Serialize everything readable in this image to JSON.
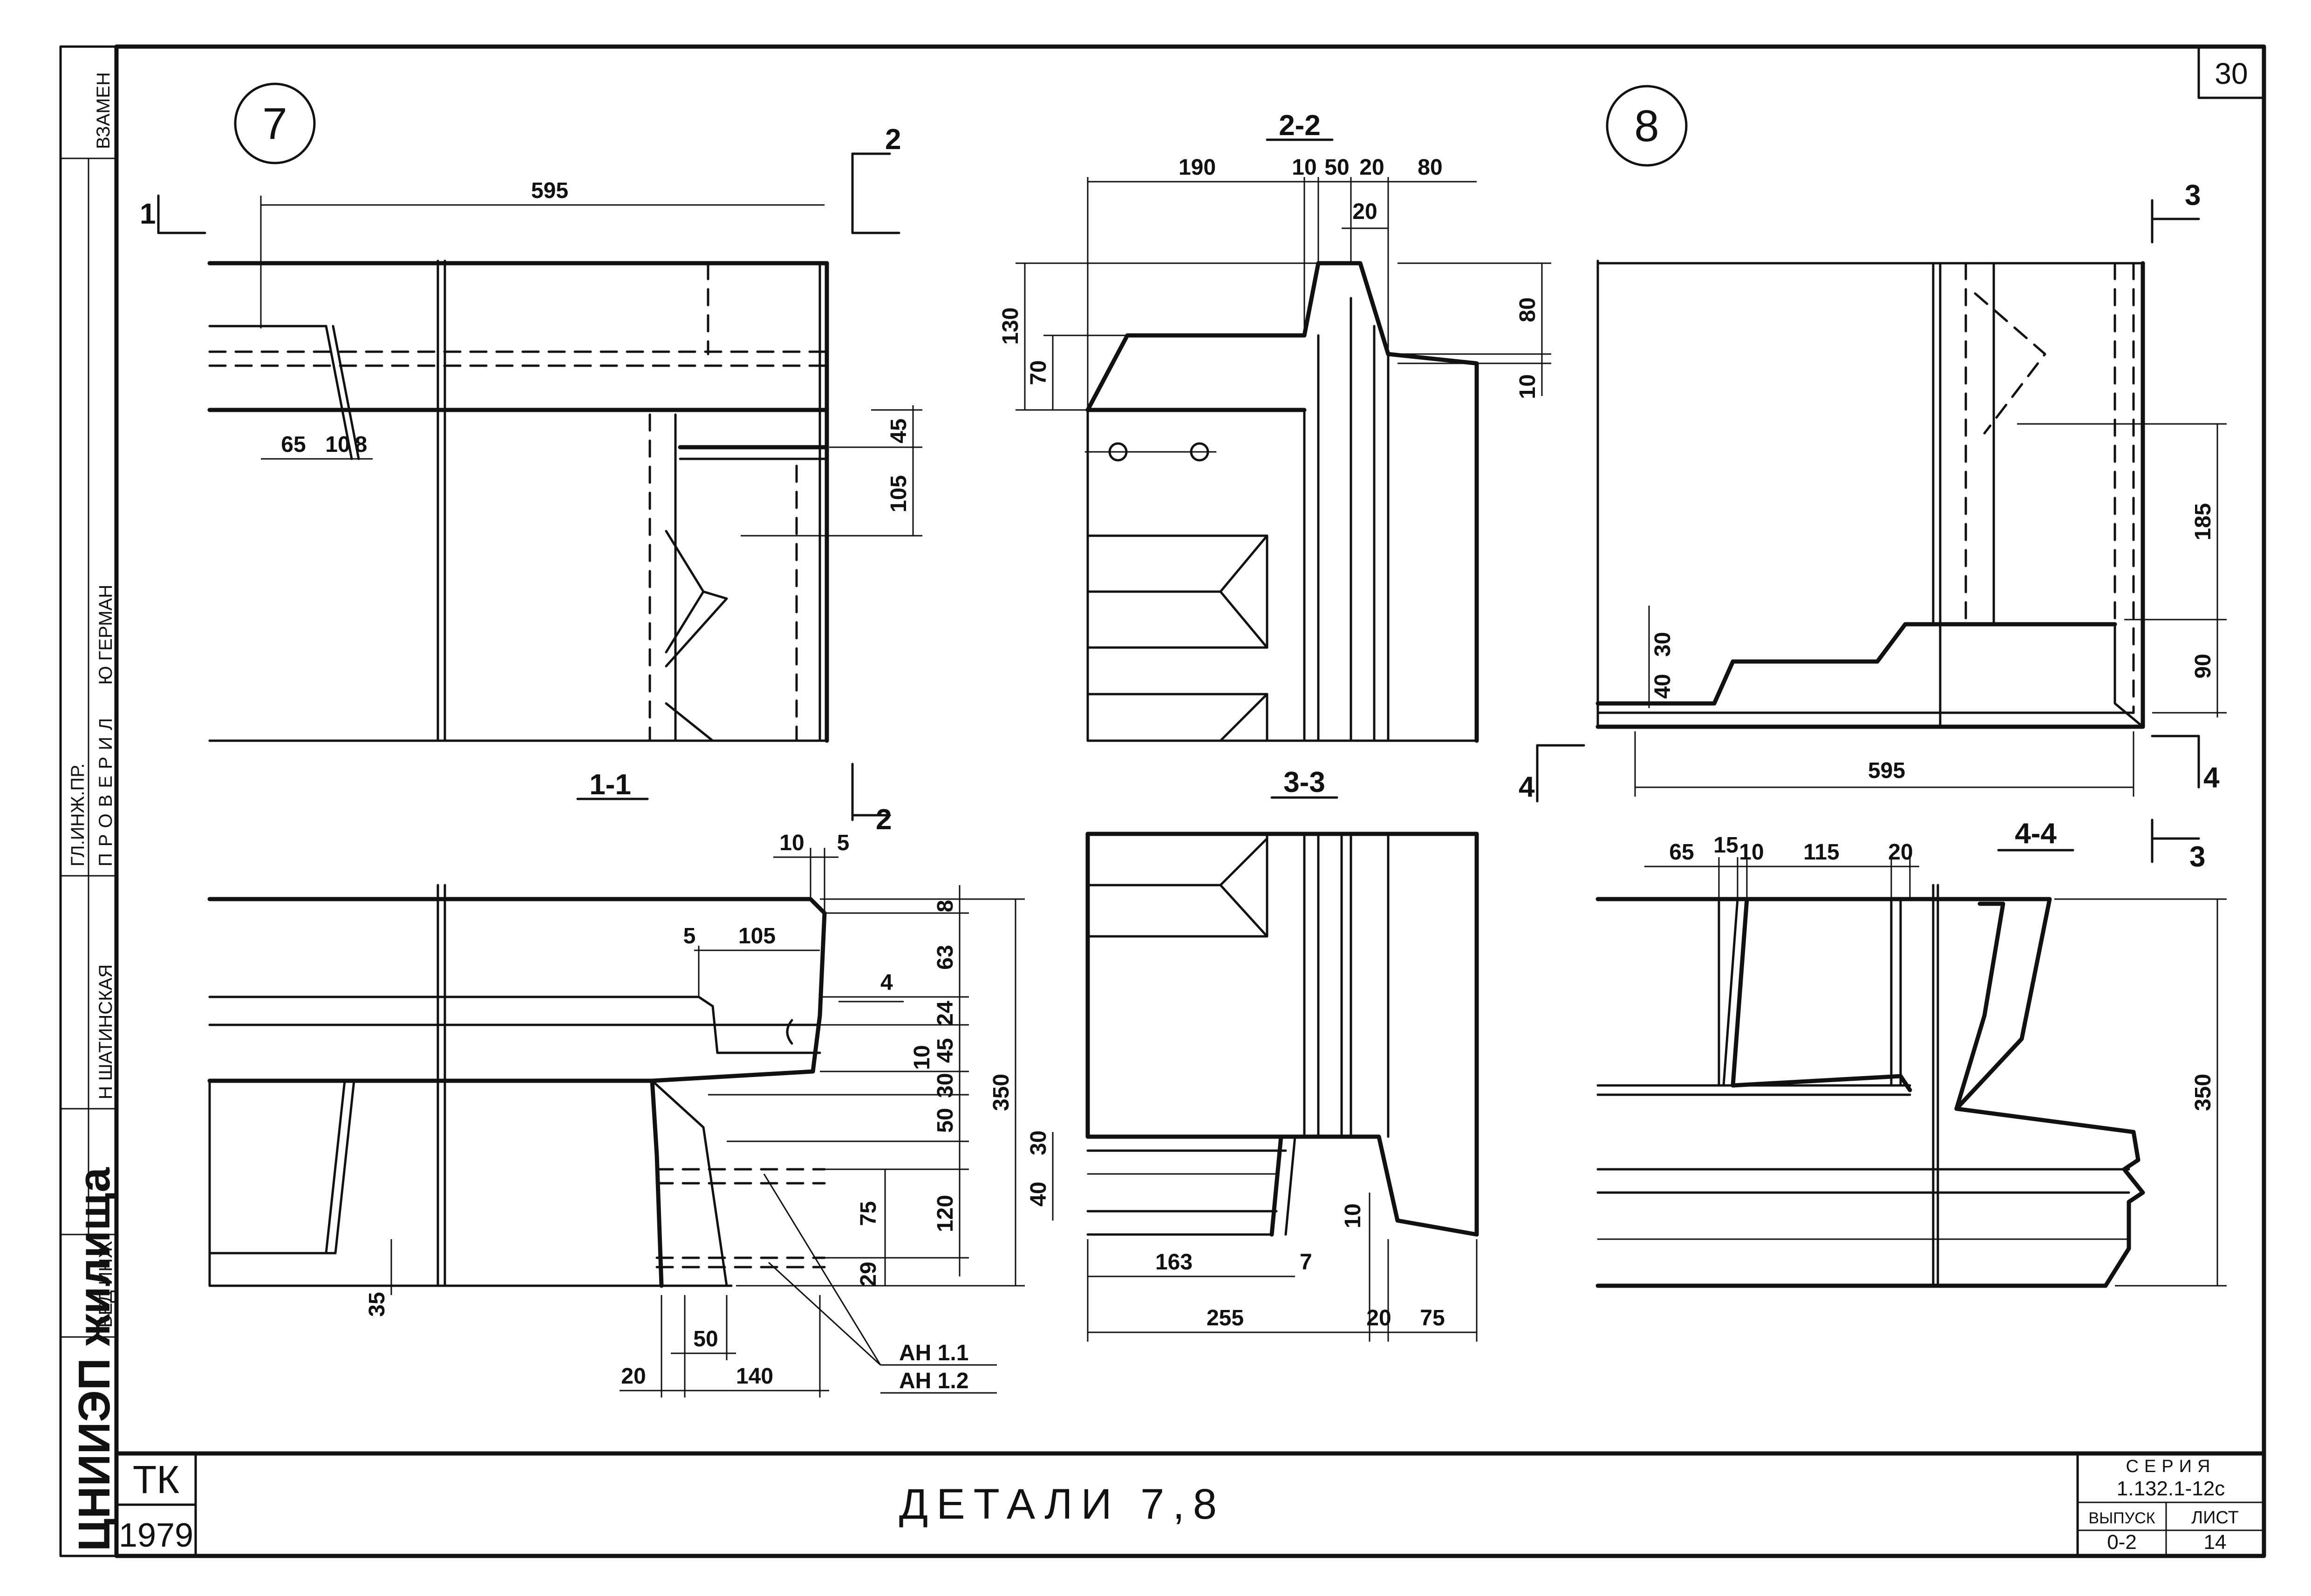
{
  "sheet_number": "30",
  "title": "ДЕТАЛИ 7,8",
  "stamp": {
    "org_mark": "ТК",
    "year": "1979",
    "org_name": "ЦНИИЭП жилища"
  },
  "left_strip": {
    "vzamen": "ВЗАМЕН",
    "proverka": "ПРОВЕРИЛ",
    "gl_inzh_pr": "ГЛ.ИНЖ.ПР.",
    "german": "Ю ГЕРМАН",
    "shatinskaya": "Н ШАТИНСКАЯ",
    "ved_inzh": "ВЕД ИНЖ"
  },
  "title_block": {
    "seriya_label": "СЕРИЯ",
    "seriya_value": "1.132.1-12с",
    "vypusk_label": "ВЫПУСК",
    "vypusk_value": "0-2",
    "list_label": "ЛИСТ",
    "list_value": "14"
  },
  "details": {
    "d7": "7",
    "d8": "8"
  },
  "sections": {
    "s22": "2-2",
    "s11": "1-1",
    "s33": "3-3",
    "s44": "4-4"
  },
  "section_marks": {
    "m1": "1",
    "m2": "2",
    "m3": "3",
    "m4": "4"
  },
  "rebar": {
    "an11": "АН 1.1",
    "an12": "АН 1.2"
  },
  "dims": {
    "d595": "595",
    "d65": "65",
    "d10": "10",
    "d8": "8",
    "d45": "45",
    "d105": "105",
    "s22_190": "190",
    "s22_10": "10",
    "s22_50": "50",
    "s22_20": "20",
    "s22_80": "80",
    "s22_20b": "20",
    "s22_130": "130",
    "s22_70": "70",
    "s22_80v": "80",
    "s22_10v": "10",
    "d8_185": "185",
    "d8_90": "90",
    "d8_40": "40",
    "d8_30": "30",
    "d8_595": "595",
    "s11_10": "10",
    "s11_5": "5",
    "s11_5b": "5",
    "s11_105": "105",
    "s11_8": "8",
    "s11_63": "63",
    "s11_4": "4",
    "s11_24": "24",
    "s11_45": "45",
    "s11_10b": "10",
    "s11_30": "30",
    "s11_50": "50",
    "s11_75": "75",
    "s11_120": "120",
    "s11_29": "29",
    "s11_350": "350",
    "s11_35": "35",
    "s11_50b": "50",
    "s11_20": "20",
    "s11_140": "140",
    "s33_40": "40",
    "s33_30": "30",
    "s33_163": "163",
    "s33_7": "7",
    "s33_10": "10",
    "s33_255": "255",
    "s33_20": "20",
    "s33_75": "75",
    "s44_65": "65",
    "s44_15": "15",
    "s44_10": "10",
    "s44_115": "115",
    "s44_20": "20",
    "s44_350": "350"
  }
}
